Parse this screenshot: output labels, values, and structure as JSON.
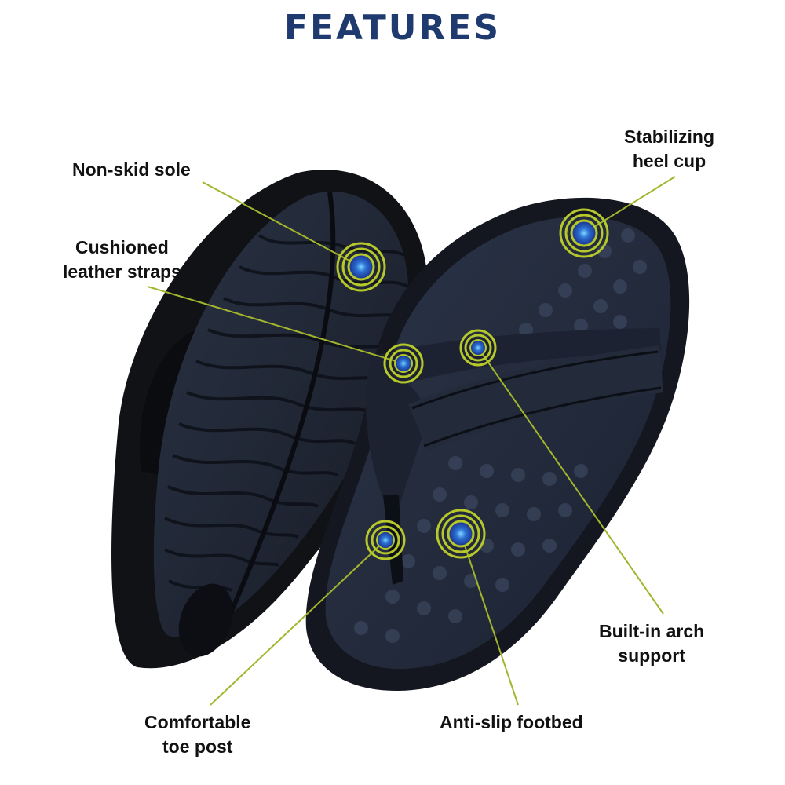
{
  "title": "FEATURES",
  "colors": {
    "title": "#1f3a6e",
    "label_text": "#111111",
    "callout_line": "#a3b52c",
    "dot_ring": "#b6c82a",
    "dot_core": "#1d3d9c",
    "sole": "#15171c",
    "footbed": "#232c3e"
  },
  "labels": {
    "non_skid_sole": {
      "lines": [
        "Non-skid sole"
      ]
    },
    "cushioned_straps": {
      "lines": [
        "Cushioned",
        "leather straps"
      ]
    },
    "heel_cup": {
      "lines": [
        "Stabilizing",
        "heel cup"
      ]
    },
    "arch_support": {
      "lines": [
        "Built-in arch",
        "support"
      ]
    },
    "toe_post": {
      "lines": [
        "Comfortable",
        "toe post"
      ]
    },
    "anti_slip": {
      "lines": [
        "Anti-slip footbed"
      ]
    }
  }
}
